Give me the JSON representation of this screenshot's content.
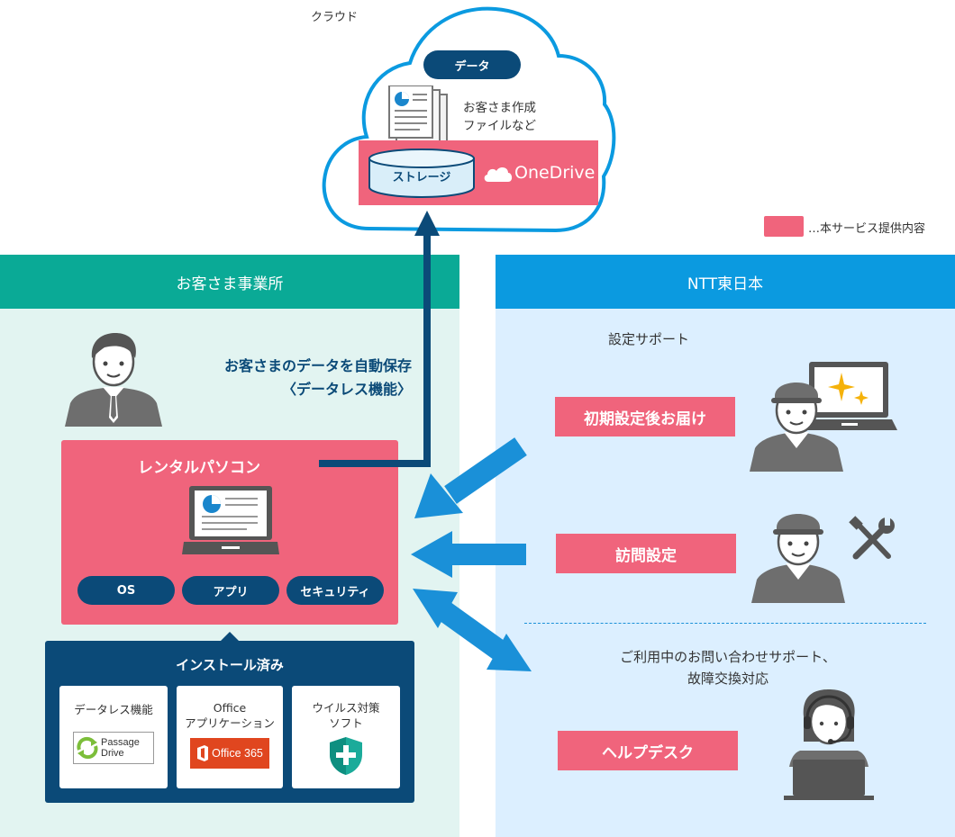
{
  "cloud": {
    "label": "クラウド",
    "data_pill": "データ",
    "files_caption": "お客さま作成\nファイルなど",
    "storage_label": "ストレージ",
    "onedrive_label": "OneDrive"
  },
  "legend": {
    "label": "…本サービス提供内容",
    "color": "#f0647c"
  },
  "customer": {
    "title": "お客さま事業所",
    "auto_save_text": "お客さまのデータを自動保存\n〈データレス機能〉",
    "rental_pc": {
      "title": "レンタルパソコン",
      "pills": [
        "OS",
        "アプリ",
        "セキュリティ"
      ]
    },
    "installed": {
      "title": "インストール済み",
      "cards": [
        {
          "title": "データレス機能",
          "logo_line1": "Passage",
          "logo_line2": "Drive"
        },
        {
          "title": "Office\nアプリケーション",
          "logo": "Office 365"
        },
        {
          "title": "ウイルス対策\nソフト"
        }
      ]
    }
  },
  "ntt": {
    "title": "NTT東日本",
    "setup_support": "設定サポート",
    "initial_setup": "初期設定後お届け",
    "visit_setup": "訪問設定",
    "inquiry_text": "ご利用中のお問い合わせサポート、\n故障交換対応",
    "helpdesk": "ヘルプデスク"
  },
  "colors": {
    "teal": "#0aaa96",
    "teal_bg": "#e2f4f1",
    "blue": "#0b9ae0",
    "blue_bg": "#dcefff",
    "navy": "#0b4a78",
    "pink": "#f0647c",
    "arrow": "#1a90d8"
  }
}
